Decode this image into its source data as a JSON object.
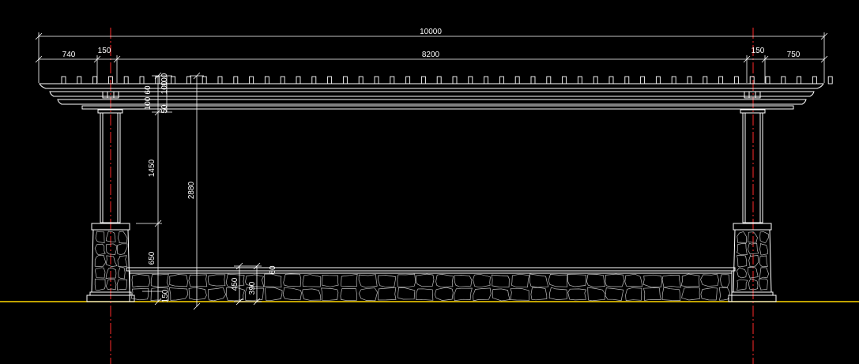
{
  "drawing": {
    "colors": {
      "background": "#000000",
      "linework": "#ffffff",
      "stonework": "#bdbdbd",
      "centerline": "#ff2a2a",
      "ground": "#ffd700"
    },
    "dimensions": {
      "overall": "10000",
      "left_overhang": "740",
      "left_post": "150",
      "span": "8200",
      "right_post": "150",
      "right_overhang": "750",
      "stack_100a": "100",
      "stack_100b": "100",
      "stack_50": "50",
      "stack_100c": "100",
      "stack_60": "60",
      "column_1450": "1450",
      "total_2880": "2880",
      "base_650": "650",
      "footing_150": "150",
      "wall_450": "450",
      "wall_390": "390",
      "cap_60": "60"
    }
  }
}
